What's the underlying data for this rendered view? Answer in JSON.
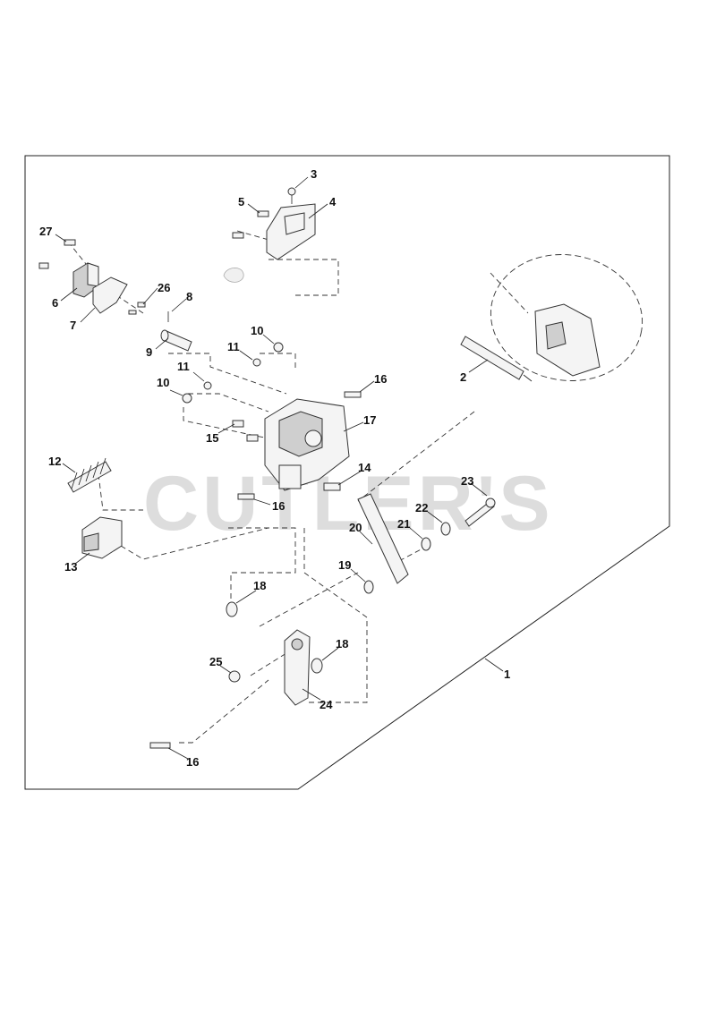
{
  "watermark": {
    "text": "CUTLER'S"
  },
  "corner_code": "",
  "callouts": [
    {
      "id": "c3",
      "label": "3"
    },
    {
      "id": "c4",
      "label": "4"
    },
    {
      "id": "c5",
      "label": "5"
    },
    {
      "id": "c27",
      "label": "27"
    },
    {
      "id": "c6",
      "label": "6"
    },
    {
      "id": "c26",
      "label": "26"
    },
    {
      "id": "c7",
      "label": "7"
    },
    {
      "id": "c8",
      "label": "8"
    },
    {
      "id": "c9",
      "label": "9"
    },
    {
      "id": "c10a",
      "label": "10"
    },
    {
      "id": "c11a",
      "label": "11"
    },
    {
      "id": "c11b",
      "label": "11"
    },
    {
      "id": "c10b",
      "label": "10"
    },
    {
      "id": "c2",
      "label": "2"
    },
    {
      "id": "c16a",
      "label": "16"
    },
    {
      "id": "c17",
      "label": "17"
    },
    {
      "id": "c15",
      "label": "15"
    },
    {
      "id": "c12",
      "label": "12"
    },
    {
      "id": "c14",
      "label": "14"
    },
    {
      "id": "c23",
      "label": "23"
    },
    {
      "id": "c16b",
      "label": "16"
    },
    {
      "id": "c22",
      "label": "22"
    },
    {
      "id": "c20",
      "label": "20"
    },
    {
      "id": "c21",
      "label": "21"
    },
    {
      "id": "c13",
      "label": "13"
    },
    {
      "id": "c19",
      "label": "19"
    },
    {
      "id": "c18a",
      "label": "18"
    },
    {
      "id": "c18b",
      "label": "18"
    },
    {
      "id": "c25",
      "label": "25"
    },
    {
      "id": "c24",
      "label": "24"
    },
    {
      "id": "c1",
      "label": "1"
    },
    {
      "id": "c16c",
      "label": "16"
    }
  ]
}
